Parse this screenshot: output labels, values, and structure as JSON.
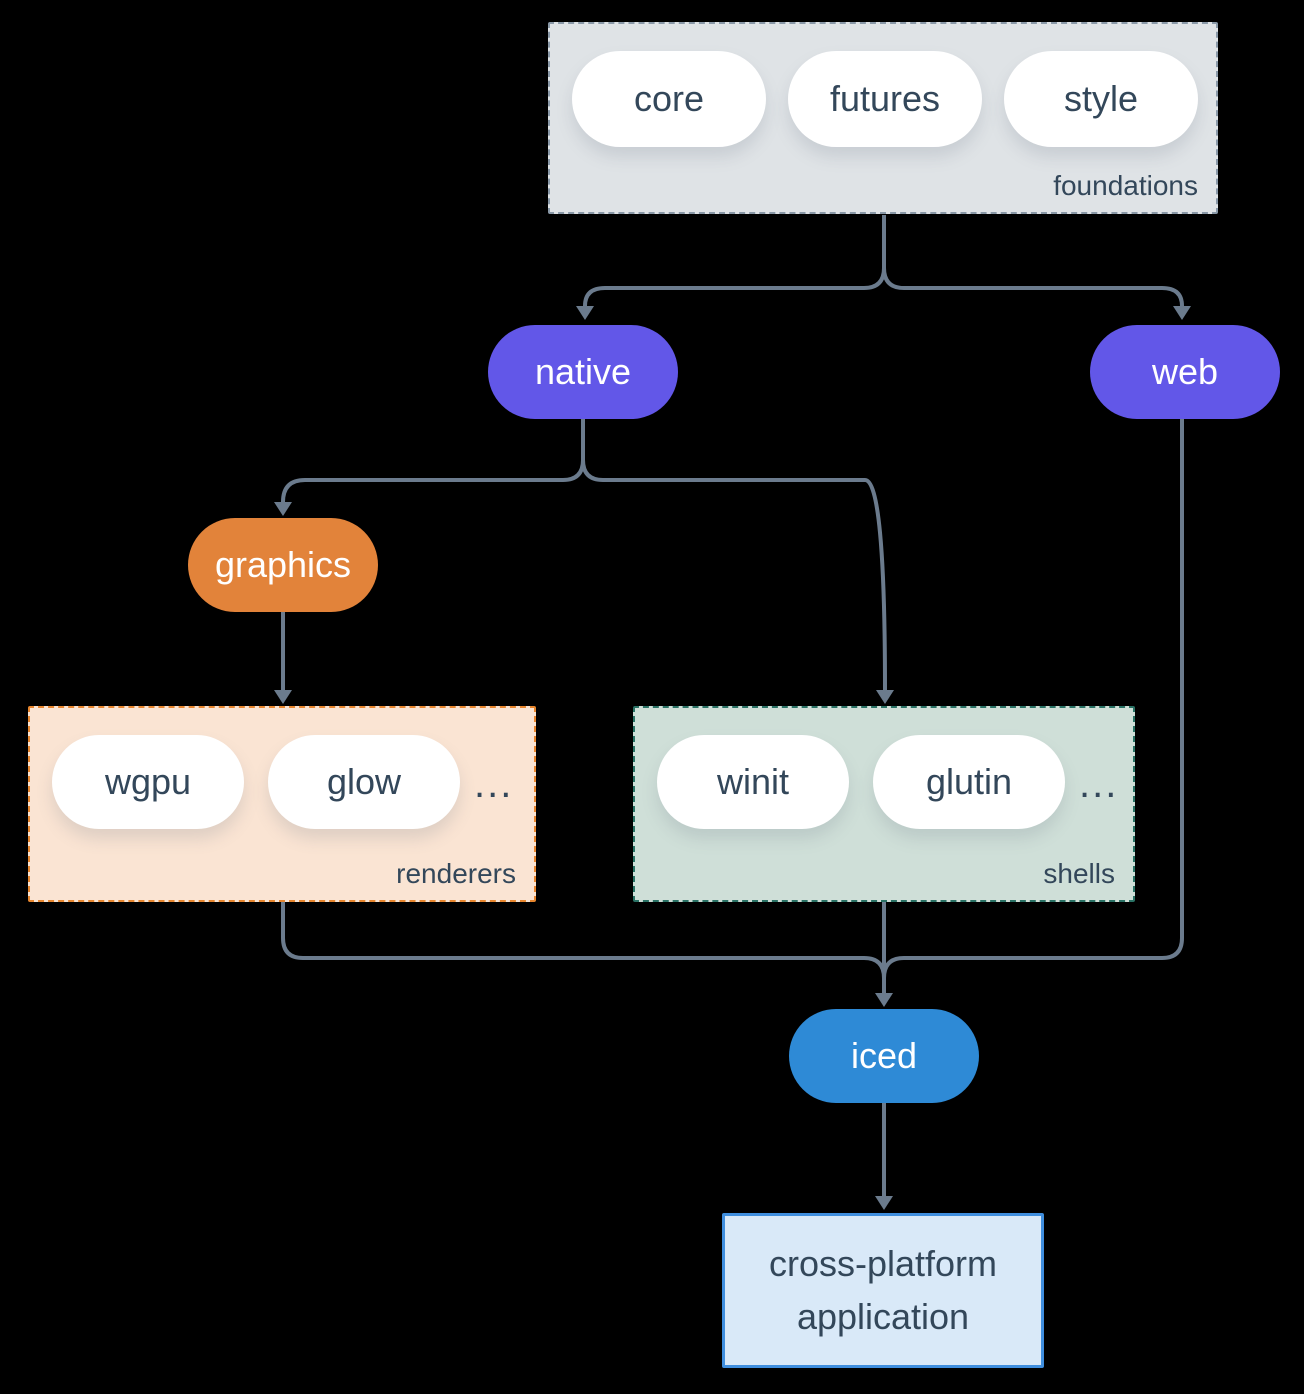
{
  "groups": {
    "foundations": {
      "label": "foundations",
      "pills": [
        "core",
        "futures",
        "style"
      ]
    },
    "renderers": {
      "label": "renderers",
      "pills": [
        "wgpu",
        "glow"
      ],
      "ellipsis": "..."
    },
    "shells": {
      "label": "shells",
      "pills": [
        "winit",
        "glutin"
      ],
      "ellipsis": "..."
    }
  },
  "nodes": {
    "native": {
      "label": "native"
    },
    "web": {
      "label": "web"
    },
    "graphics": {
      "label": "graphics"
    },
    "iced": {
      "label": "iced"
    },
    "app": {
      "label": "cross-platform application",
      "line1": "cross-platform",
      "line2": "application"
    }
  },
  "edges": [
    {
      "from": "foundations",
      "to": "native"
    },
    {
      "from": "foundations",
      "to": "web"
    },
    {
      "from": "native",
      "to": "graphics"
    },
    {
      "from": "native",
      "to": "shells"
    },
    {
      "from": "graphics",
      "to": "renderers"
    },
    {
      "from": "renderers",
      "to": "iced"
    },
    {
      "from": "shells",
      "to": "iced"
    },
    {
      "from": "web",
      "to": "iced"
    },
    {
      "from": "iced",
      "to": "cross-platform application"
    }
  ],
  "colors": {
    "background": "#000000",
    "node_purple": "#6257e8",
    "node_orange": "#e2833a",
    "node_blue": "#2e8ad6",
    "pill_white": "#ffffff",
    "text_dark": "#33475a",
    "text_light": "#ffffff",
    "edge": "#6b7b8d",
    "foundations_bg": "#dfe3e6",
    "foundations_border": "#8a99a8",
    "renderers_bg": "#fae4d3",
    "renderers_border": "#e8862e",
    "shells_bg": "#cfdfd8",
    "shells_border": "#2a7265",
    "app_bg": "#d9e9f8",
    "app_border": "#3f8ede"
  }
}
